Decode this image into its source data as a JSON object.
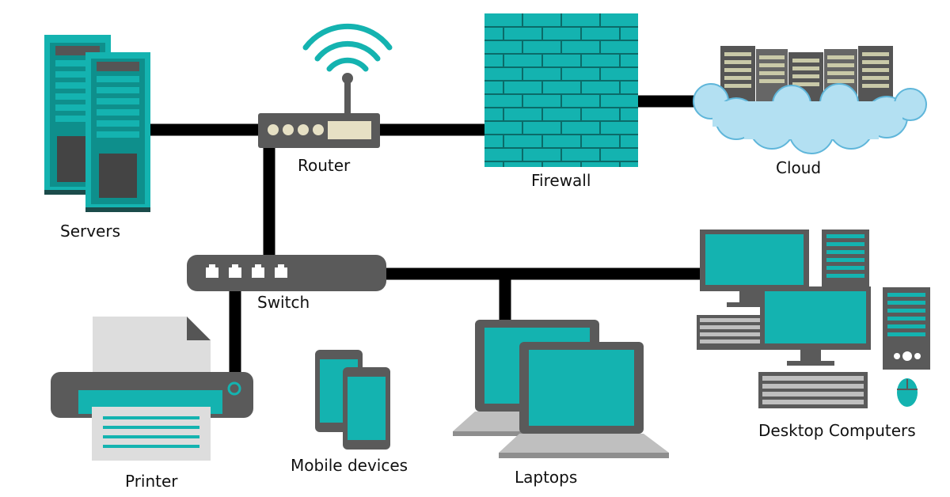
{
  "labels": {
    "servers": "Servers",
    "router": "Router",
    "firewall": "Firewall",
    "cloud": "Cloud",
    "switch": "Switch",
    "printer": "Printer",
    "mobile": "Mobile devices",
    "laptops": "Laptops",
    "desktops": "Desktop Computers"
  },
  "colors": {
    "teal": "#14b3b0",
    "teal_dark": "#0e8f8c",
    "device_gray": "#5a5a5a",
    "light_gray": "#bfbfbf",
    "cable": "#000000",
    "cloud": "#b3e0f2"
  },
  "icons": [
    "server-rack-icon",
    "router-icon",
    "wifi-icon",
    "firewall-icon",
    "cloud-icon",
    "switch-icon",
    "printer-icon",
    "mobile-icon",
    "laptop-icon",
    "desktop-icon",
    "keyboard-icon",
    "mouse-icon"
  ]
}
